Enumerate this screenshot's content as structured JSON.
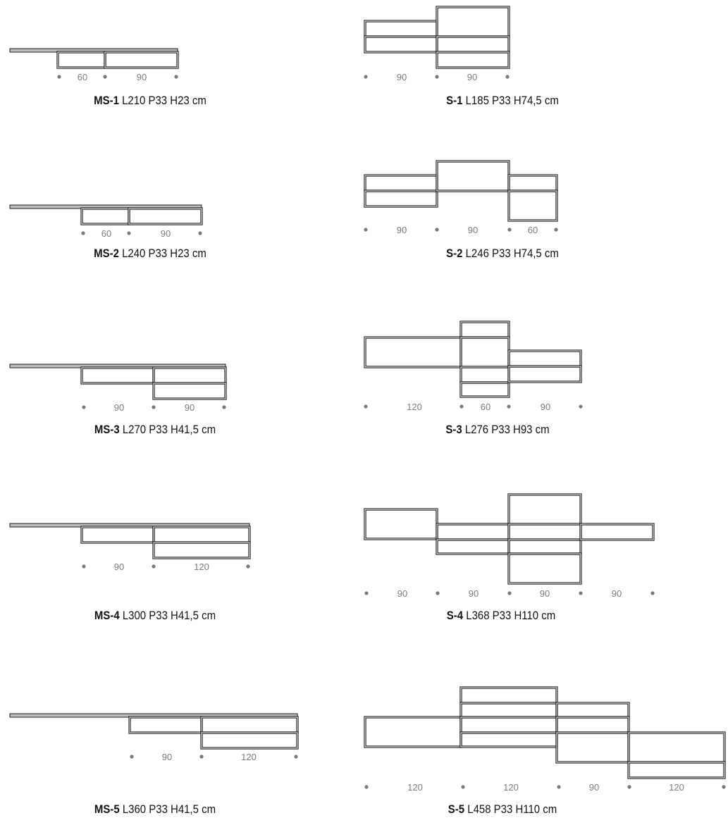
{
  "colors": {
    "line": "#111111",
    "shelf": "#bdbdbd",
    "dim_text": "#7b7b7b",
    "dot": "#7a7a7a",
    "caption": "#111111"
  },
  "models": [
    {
      "code": "MS-1",
      "spec": "L210 P33 H23 cm",
      "dims": [
        "60",
        "90"
      ]
    },
    {
      "code": "MS-2",
      "spec": "L240 P33 H23 cm",
      "dims": [
        "60",
        "90"
      ]
    },
    {
      "code": "MS-3",
      "spec": "L270 P33 H41,5 cm",
      "dims": [
        "90",
        "90"
      ]
    },
    {
      "code": "MS-4",
      "spec": "L300 P33 H41,5 cm",
      "dims": [
        "90",
        "120"
      ]
    },
    {
      "code": "MS-5",
      "spec": "L360 P33 H41,5 cm",
      "dims": [
        "90",
        "120"
      ]
    },
    {
      "code": "S-1",
      "spec": "L185 P33 H74,5 cm",
      "dims": [
        "90",
        "90"
      ]
    },
    {
      "code": "S-2",
      "spec": "L246 P33 H74,5 cm",
      "dims": [
        "90",
        "90",
        "60"
      ]
    },
    {
      "code": "S-3",
      "spec": "L276 P33 H93 cm",
      "dims": [
        "120",
        "60",
        "90"
      ]
    },
    {
      "code": "S-4",
      "spec": "L368 P33 H110 cm",
      "dims": [
        "90",
        "90",
        "90",
        "90"
      ]
    },
    {
      "code": "S-5",
      "spec": "L458 P33 H110 cm",
      "dims": [
        "120",
        "120",
        "90",
        "120"
      ]
    }
  ]
}
